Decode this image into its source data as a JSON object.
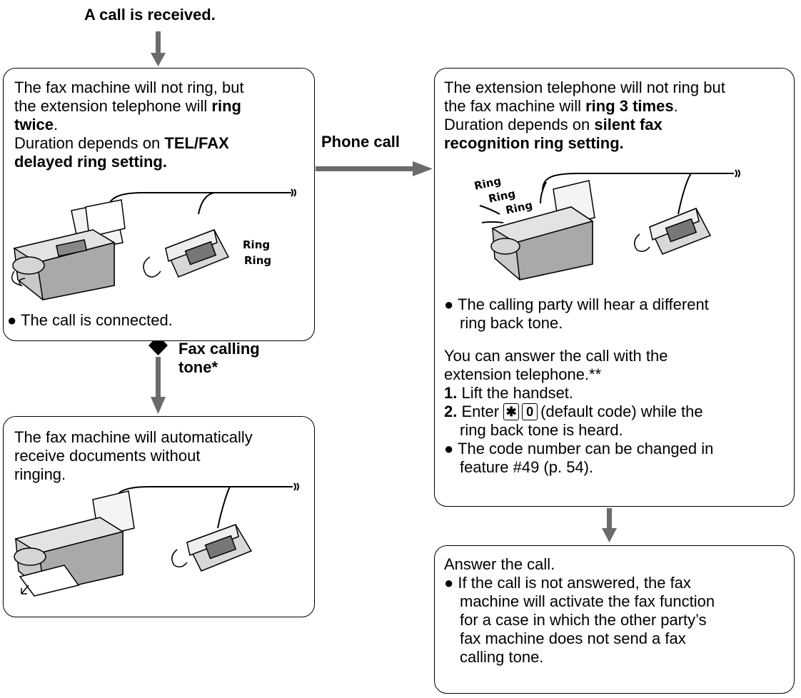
{
  "start_label": "A call is received.",
  "left_box": {
    "line1": "The fax machine will not ring, but",
    "line2_pre": "the extension telephone will ",
    "line2_bold": "ring",
    "line3_bold": "twice",
    "line3_post": ".",
    "line4": "Duration depends on ",
    "line4_bold": "TEL/FAX",
    "line5_bold": "delayed ring setting.",
    "ring_1": "Ring",
    "ring_2": "Ring",
    "bullet": "The call is connected."
  },
  "phone_call_label": "Phone call",
  "fax_tone_label_1": "Fax calling",
  "fax_tone_label_2": "tone*",
  "fax_box": {
    "line1": "The fax machine will automatically",
    "line2": "receive documents without",
    "line3": "ringing."
  },
  "right_box": {
    "line1": "The extension telephone will not ring but",
    "line2_pre": "the fax machine will ",
    "line2_bold": "ring 3 times",
    "line2_post": ".",
    "line3_pre": "Duration depends on ",
    "line3_bold": "silent fax",
    "line4_bold": "recognition ring setting.",
    "ring_1": "Ring",
    "ring_2": "Ring",
    "ring_3": "Ring",
    "bullet1_a": "The calling party will hear a different",
    "bullet1_b": "ring back tone.",
    "para1": "You can answer the call with the",
    "para2": "extension telephone.**",
    "step1_num": "1.",
    "step1": " Lift the handset.",
    "step2_num": "2.",
    "step2_pre": " Enter ",
    "key_star": "✱",
    "key_zero": "0",
    "step2_post": "(default code) while the",
    "step2_b": "ring back tone is heard.",
    "bullet2_a": "The code number can be changed in",
    "bullet2_b": "feature #49 (p. 54)."
  },
  "answer_box": {
    "line1": "Answer the call.",
    "b1": "If the call is not answered, the fax",
    "b2": "machine will activate the fax function",
    "b3": "for a case in which the other party’s",
    "b4": "fax machine does not send a fax",
    "b5": "calling tone."
  }
}
